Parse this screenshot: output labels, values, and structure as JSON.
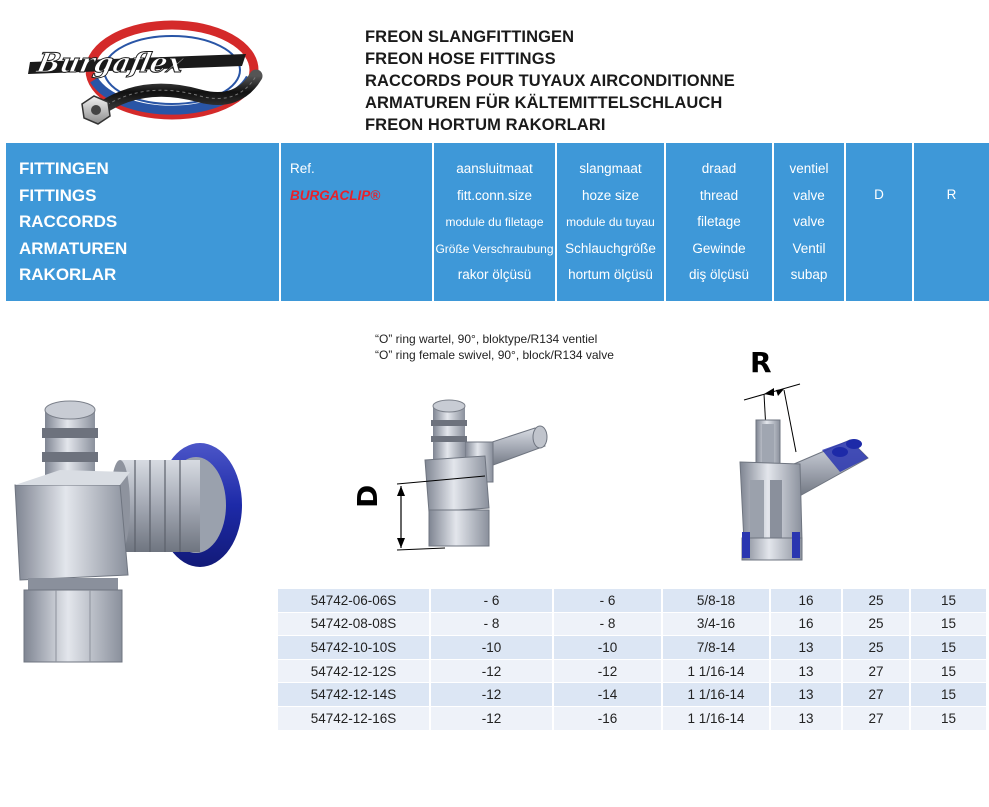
{
  "brand": {
    "logo_text": "Burgaflex"
  },
  "titles": [
    "FREON SLANGFITTINGEN",
    "FREON HOSE FITTINGS",
    "RACCORDS POUR TUYAUX AIRCONDITIONNE",
    "ARMATUREN FÜR KÄLTEMITTELSCHLAUCH",
    "FREON HORTUM RAKORLARI"
  ],
  "header": {
    "fittings": [
      "FITTINGEN",
      "FITTINGS",
      "RACCORDS",
      "ARMATUREN",
      "RAKORLAR"
    ],
    "ref": {
      "label": "Ref.",
      "brand": "BURGACLIP®"
    },
    "columns": [
      {
        "lines": [
          "aansluitmaat",
          "fitt.conn.size",
          "module du filetage",
          "Größe Verschraubung",
          "rakor ölçüsü"
        ]
      },
      {
        "lines": [
          "slangmaat",
          "hoze size",
          "module du tuyau",
          "Schlauchgröße",
          "hortum ölçüsü"
        ]
      },
      {
        "lines": [
          "draad",
          "thread",
          "filetage",
          "Gewinde",
          "diş ölçüsü"
        ]
      },
      {
        "lines": [
          "ventiel",
          "valve",
          "valve",
          "Ventil",
          "subap"
        ]
      },
      {
        "lines": [
          "D"
        ]
      },
      {
        "lines": [
          "R"
        ]
      }
    ]
  },
  "caption": [
    "“O” ring wartel, 90°, bloktype/R134 ventiel",
    "“O” ring female swivel, 90°, block/R134 valve"
  ],
  "dim_labels": {
    "d": "D",
    "r": "R"
  },
  "rows": [
    [
      "54742-06-06S",
      "- 6",
      "- 6",
      "5/8-18",
      "16",
      "25",
      "15"
    ],
    [
      "54742-08-08S",
      "- 8",
      "- 8",
      "3/4-16",
      "16",
      "25",
      "15"
    ],
    [
      "54742-10-10S",
      "-10",
      "-10",
      "7/8-14",
      "13",
      "25",
      "15"
    ],
    [
      "54742-12-12S",
      "-12",
      "-12",
      "1 1/16-14",
      "13",
      "27",
      "15"
    ],
    [
      "54742-12-14S",
      "-12",
      "-14",
      "1 1/16-14",
      "13",
      "27",
      "15"
    ],
    [
      "54742-12-16S",
      "-12",
      "-16",
      "1 1/16-14",
      "13",
      "27",
      "15"
    ]
  ]
}
